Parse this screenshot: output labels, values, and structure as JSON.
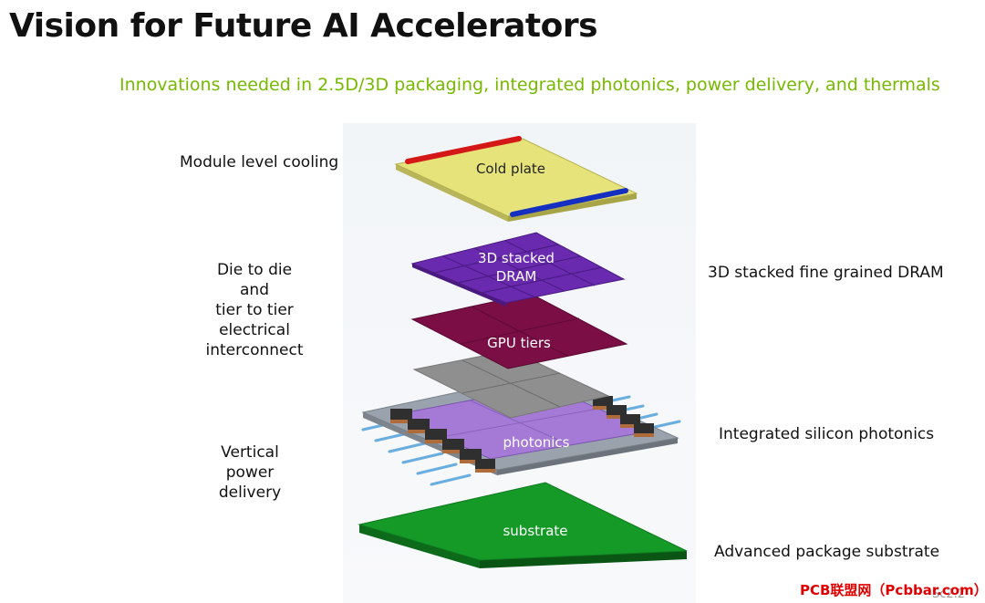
{
  "slide": {
    "title": "Vision for Future AI Accelerators",
    "subtitle": "Innovations needed in 2.5D/3D packaging, integrated photonics, power delivery, and thermals"
  },
  "left_labels": {
    "cooling": "Module level cooling",
    "interconnect": [
      "Die to die",
      "and",
      "tier to tier",
      "electrical",
      "interconnect"
    ],
    "power": [
      "Vertical",
      "power",
      "delivery"
    ]
  },
  "right_labels": {
    "dram": "3D stacked fine grained DRAM",
    "photonics": "Integrated silicon photonics",
    "substrate": "Advanced package substrate"
  },
  "layers": {
    "cold_plate": "Cold plate",
    "dram": [
      "3D stacked",
      "DRAM"
    ],
    "gpu": "GPU tiers",
    "photonics": "photonics",
    "substrate": "substrate"
  },
  "colors": {
    "accent_green": "#76b900",
    "cold_plate": "#e6e37a",
    "dram": "#6a2ab0",
    "gpu": "#7a0e45",
    "interposer": "#8f8f8f",
    "photonics": "#a57ad6",
    "substrate": "#159a28",
    "inlet": "#1530c0",
    "outlet": "#d41818"
  },
  "footer": {
    "watermark": "PCB联盟网（Pcbbar.com）",
    "slide_number": "Sc2.2"
  }
}
